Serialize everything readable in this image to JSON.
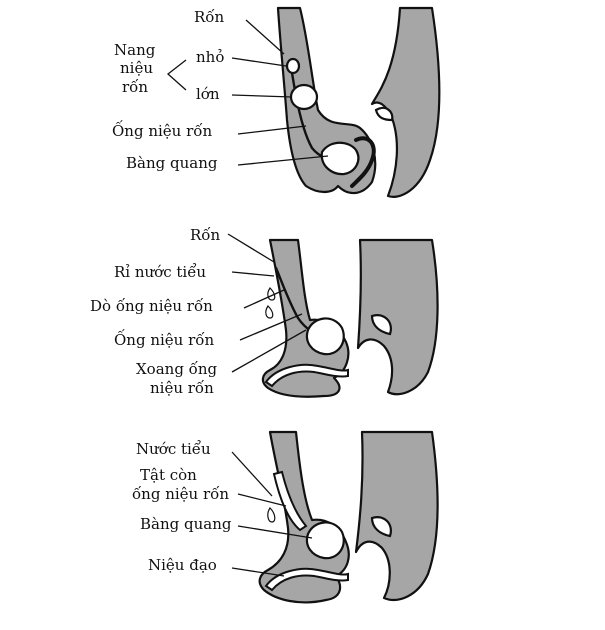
{
  "panel1": {
    "labels": {
      "umbilicus": "Rốn",
      "cyst_line1": "Nang",
      "cyst_line2": "niệu",
      "cyst_line3": "rốn",
      "small": "nhỏ",
      "large": "lớn",
      "urachus": "Ống niệu rốn",
      "bladder": "Bàng quang"
    }
  },
  "panel2": {
    "labels": {
      "umbilicus": "Rốn",
      "urine_leak": "Rỉ nước tiểu",
      "fistula": "Dò ống niệu rốn",
      "urachus": "Ống niệu rốn",
      "sinus_line1": "Xoang ống",
      "sinus_line2": "niệu rốn"
    }
  },
  "panel3": {
    "labels": {
      "urine": "Nước tiểu",
      "patent_line1": "Tật còn",
      "patent_line2": "ống niệu rốn",
      "bladder": "Bàng quang",
      "urethra": "Niệu đạo"
    }
  },
  "colors": {
    "tissue": "#a6a6a6",
    "outline": "#111111",
    "background": "#ffffff"
  }
}
